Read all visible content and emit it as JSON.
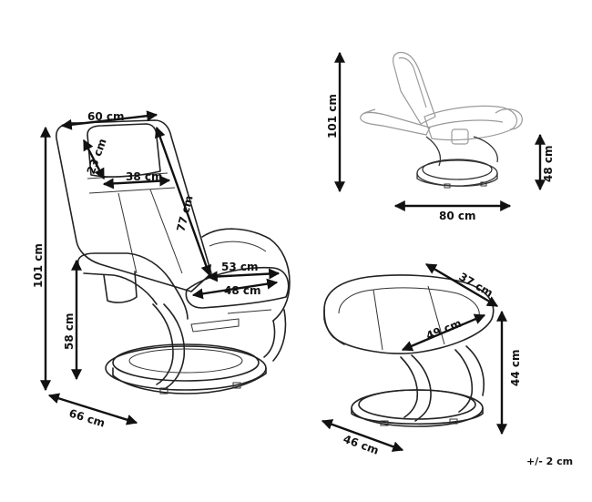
{
  "chair_front": {
    "width_top": "60 cm",
    "headrest": "23 cm",
    "headrest_width": "38 cm",
    "backrest": "77 cm",
    "seat_depth": "53 cm",
    "seat_width": "48 cm",
    "height": "101 cm",
    "seat_height": "58 cm",
    "depth": "66 cm"
  },
  "chair_side": {
    "height": "101 cm",
    "seat_height": "48 cm",
    "length": "80 cm"
  },
  "ottoman": {
    "depth": "37 cm",
    "width": "49 cm",
    "height": "44 cm",
    "base": "46 cm"
  },
  "tolerance": "+/- 2 cm"
}
